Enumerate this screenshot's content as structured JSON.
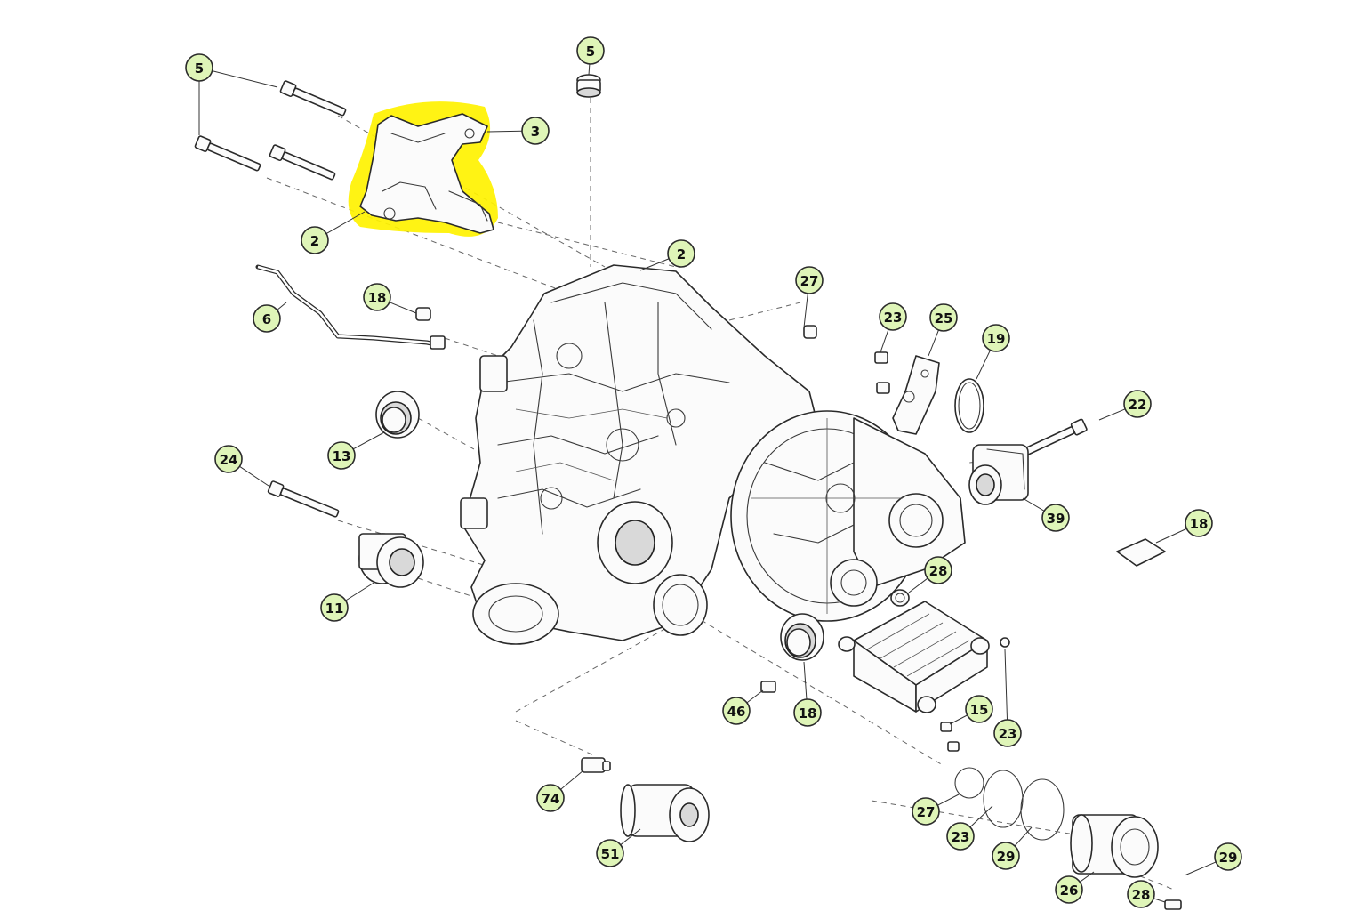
{
  "callouts": [
    {
      "label": "5"
    },
    {
      "label": "5"
    },
    {
      "label": "3"
    },
    {
      "label": "2"
    },
    {
      "label": "2"
    },
    {
      "label": "6"
    },
    {
      "label": "18"
    },
    {
      "label": "27"
    },
    {
      "label": "23"
    },
    {
      "label": "25"
    },
    {
      "label": "19"
    },
    {
      "label": "22"
    },
    {
      "label": "13"
    },
    {
      "label": "24"
    },
    {
      "label": "39"
    },
    {
      "label": "18"
    },
    {
      "label": "11"
    },
    {
      "label": "28"
    },
    {
      "label": "46"
    },
    {
      "label": "18"
    },
    {
      "label": "15"
    },
    {
      "label": "23"
    },
    {
      "label": "74"
    },
    {
      "label": "27"
    },
    {
      "label": "23"
    },
    {
      "label": "29"
    },
    {
      "label": "29"
    },
    {
      "label": "51"
    },
    {
      "label": "26"
    },
    {
      "label": "28"
    }
  ],
  "colors": {
    "callout_fill": "#dff5b8",
    "highlight": "#fff200",
    "line": "#2a2a2a"
  }
}
